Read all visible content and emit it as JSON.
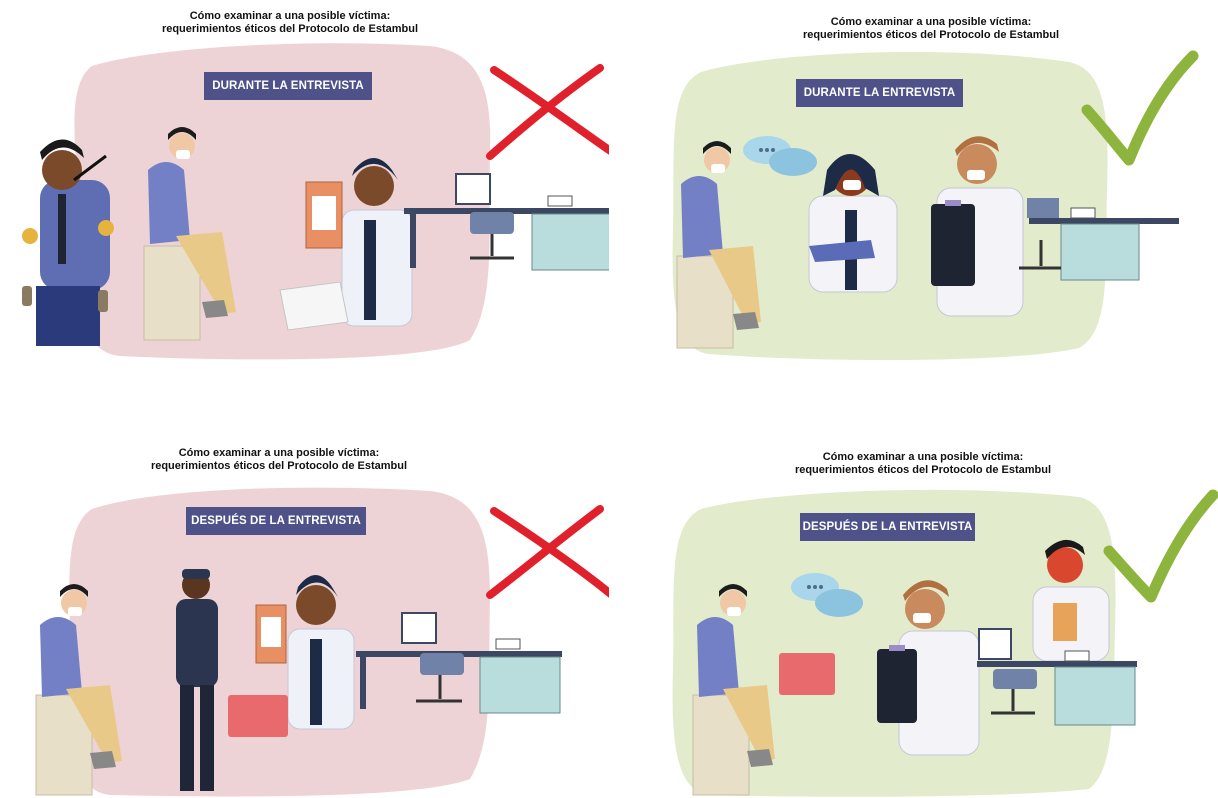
{
  "colors": {
    "bad_background": "#eed3d6",
    "good_background": "#e3ebcd",
    "badge": "#4f5288",
    "cross": "#e0202a",
    "check": "#8db43c",
    "folder": "#e86a6c"
  },
  "panels": [
    {
      "title_line1": "Cómo examinar a una posible víctima:",
      "title_line2": "requerimientos éticos del Protocolo de Estambul",
      "badge": "DURANTE LA ENTREVISTA",
      "verdict": "cross-icon"
    },
    {
      "title_line1": "Cómo examinar a una posible víctima:",
      "title_line2": "requerimientos éticos del Protocolo de Estambul",
      "badge": "DURANTE LA ENTREVISTA",
      "verdict": "check-icon"
    },
    {
      "title_line1": "Cómo examinar a una posible víctima:",
      "title_line2": "requerimientos éticos del Protocolo de Estambul",
      "badge": "DESPUÉS DE LA ENTREVISTA",
      "verdict": "cross-icon"
    },
    {
      "title_line1": "Cómo examinar a una posible víctima:",
      "title_line2": "requerimientos éticos del Protocolo de Estambul",
      "badge": "DESPUÉS DE LA ENTREVISTA",
      "verdict": "check-icon"
    }
  ]
}
